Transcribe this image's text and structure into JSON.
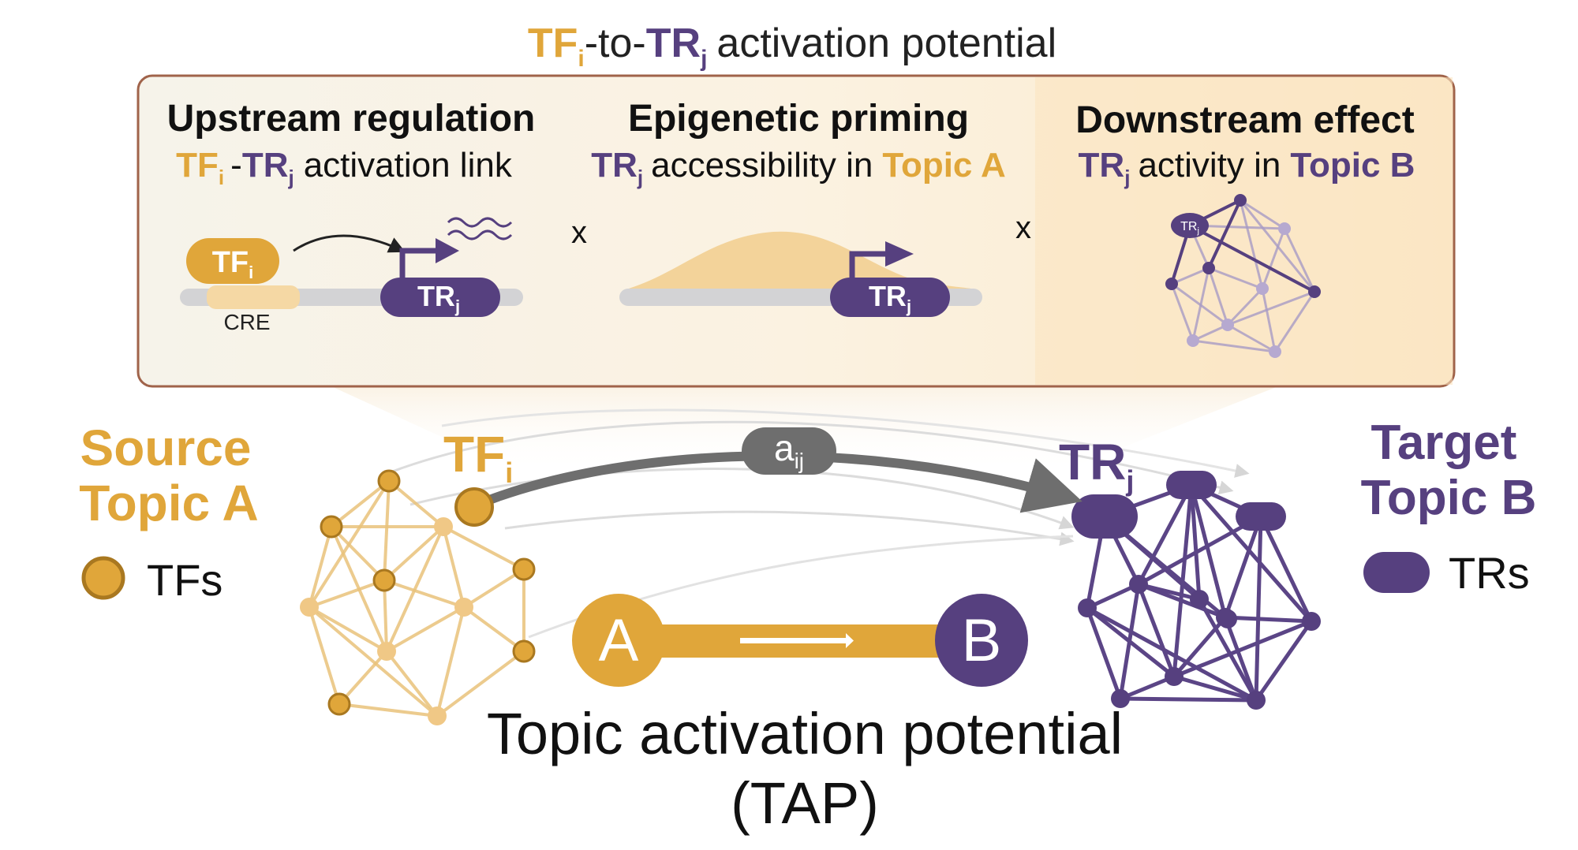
{
  "header": {
    "tf_letters": "TF",
    "tf_sub": "i",
    "to_text": "-to-",
    "tr_letters": "TR",
    "tr_sub": "j",
    "rest": "activation potential"
  },
  "panels": {
    "upstream": {
      "title": "Upstream regulation",
      "sub_tf": "TF",
      "sub_tf_i": "i",
      "sub_dash": "-",
      "sub_tr": "TR",
      "sub_tr_j": "j",
      "sub_rest": "activation link",
      "tf_label": "TF",
      "tf_label_sub": "i",
      "tr_label": "TR",
      "tr_label_sub": "j",
      "cre_label": "CRE"
    },
    "priming": {
      "title": "Epigenetic priming",
      "sub_tr": "TR",
      "sub_tr_j": "j",
      "sub_mid": "accessibility in",
      "sub_topic": "Topic A",
      "tr_label": "TR",
      "tr_label_sub": "j"
    },
    "downstream": {
      "title": "Downstream effect",
      "sub_tr": "TR",
      "sub_tr_j": "j",
      "sub_mid": "activity in",
      "sub_topic": "Topic B",
      "tr_node_label": "TR",
      "tr_node_sub": "j"
    },
    "times_1": "x",
    "times_2": "x"
  },
  "main": {
    "source_line1": "Source",
    "source_line2": "Topic A",
    "tfs_legend": "TFs",
    "target_line1": "Target",
    "target_line2": "Topic B",
    "trs_legend": "TRs",
    "tf_node_label": "TF",
    "tf_node_sub": "i",
    "tr_node_label": "TR",
    "tr_node_sub": "j",
    "link_label": "a",
    "link_sub": "ij",
    "a_label": "A",
    "b_label": "B",
    "tap_line1": "Topic activation potential",
    "tap_line2": "(TAP)"
  },
  "colors": {
    "gold": "#E0A63A",
    "purple": "#56407F",
    "panel_border": "#A0634A",
    "arrow_gray": "#6E6E6E"
  }
}
